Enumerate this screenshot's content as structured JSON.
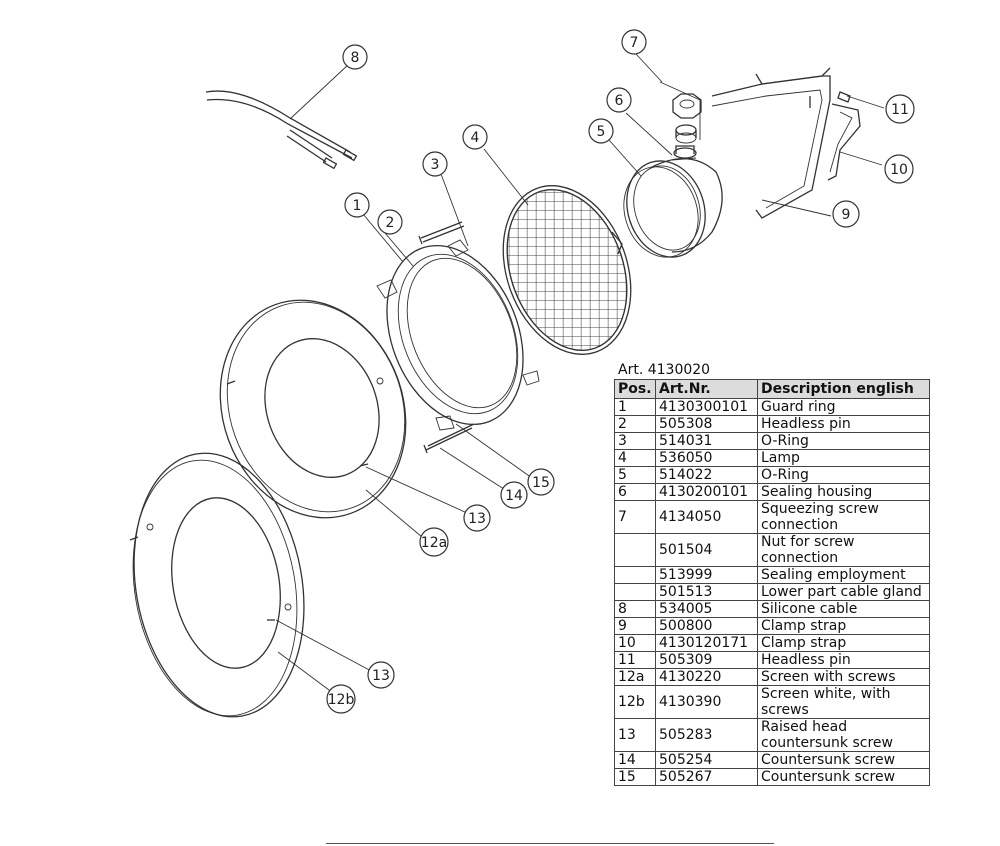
{
  "callouts": [
    {
      "id": "c1",
      "label": "1"
    },
    {
      "id": "c2",
      "label": "2"
    },
    {
      "id": "c3",
      "label": "3"
    },
    {
      "id": "c4",
      "label": "4"
    },
    {
      "id": "c5",
      "label": "5"
    },
    {
      "id": "c6",
      "label": "6"
    },
    {
      "id": "c7",
      "label": "7"
    },
    {
      "id": "c8",
      "label": "8"
    },
    {
      "id": "c9",
      "label": "9"
    },
    {
      "id": "c10",
      "label": "10"
    },
    {
      "id": "c11",
      "label": "11"
    },
    {
      "id": "c12a",
      "label": "12a"
    },
    {
      "id": "c12b",
      "label": "12b"
    },
    {
      "id": "c13a",
      "label": "13"
    },
    {
      "id": "c13b",
      "label": "13"
    },
    {
      "id": "c14",
      "label": "14"
    },
    {
      "id": "c15",
      "label": "15"
    }
  ],
  "table": {
    "caption": "Art. 4130020",
    "headers": [
      "Pos.",
      "Art.Nr.",
      "Description english"
    ],
    "rows": [
      {
        "pos": "1",
        "art": "4130300101",
        "desc": "Guard ring"
      },
      {
        "pos": "2",
        "art": "505308",
        "desc": "Headless pin"
      },
      {
        "pos": "3",
        "art": "514031",
        "desc": "O-Ring"
      },
      {
        "pos": "4",
        "art": "536050",
        "desc": "Lamp"
      },
      {
        "pos": "5",
        "art": "514022",
        "desc": "O-Ring"
      },
      {
        "pos": "6",
        "art": "4130200101",
        "desc": "Sealing housing"
      },
      {
        "pos": "7",
        "art": "4134050",
        "desc": "Squeezing screw connection"
      },
      {
        "pos": "",
        "art": "501504",
        "desc": "Nut for screw connection"
      },
      {
        "pos": "",
        "art": "513999",
        "desc": "Sealing employment"
      },
      {
        "pos": "",
        "art": "501513",
        "desc": "Lower part cable gland"
      },
      {
        "pos": "8",
        "art": "534005",
        "desc": "Silicone cable"
      },
      {
        "pos": "9",
        "art": "500800",
        "desc": "Clamp strap"
      },
      {
        "pos": "10",
        "art": "4130120171",
        "desc": "Clamp strap"
      },
      {
        "pos": "11",
        "art": "505309",
        "desc": "Headless pin"
      },
      {
        "pos": "12a",
        "art": "4130220",
        "desc": "Screen with screws"
      },
      {
        "pos": "12b",
        "art": "4130390",
        "desc": "Screen white, with screws"
      },
      {
        "pos": "13",
        "art": "505283",
        "desc": "Raised head countersunk screw"
      },
      {
        "pos": "14",
        "art": "505254",
        "desc": "Countersunk screw"
      },
      {
        "pos": "15",
        "art": "505267",
        "desc": "Countersunk screw"
      }
    ]
  }
}
